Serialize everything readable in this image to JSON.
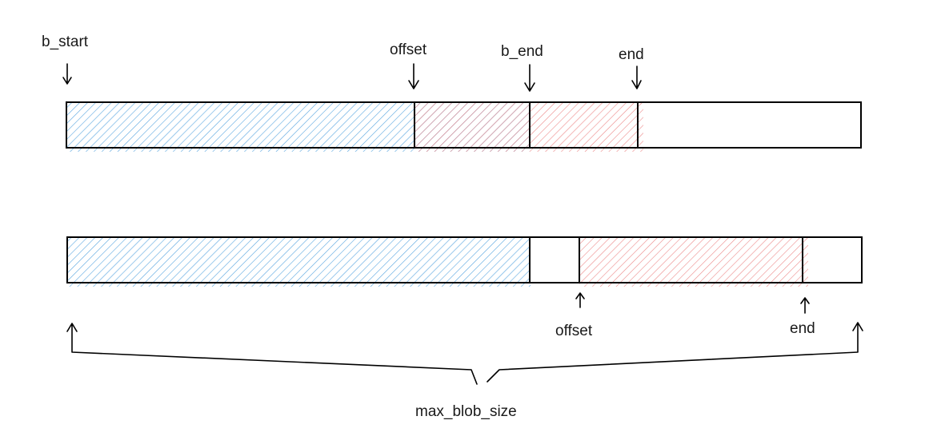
{
  "labels": {
    "b_start": "b_start",
    "offset_top": "offset",
    "b_end": "b_end",
    "end_top": "end",
    "offset_bottom": "offset",
    "end_bottom": "end",
    "max_blob_size": "max_blob_size"
  },
  "colors": {
    "blue_hatch": "#5aa6e0",
    "red_hatch": "#ec8a8a",
    "outline": "#000000"
  }
}
